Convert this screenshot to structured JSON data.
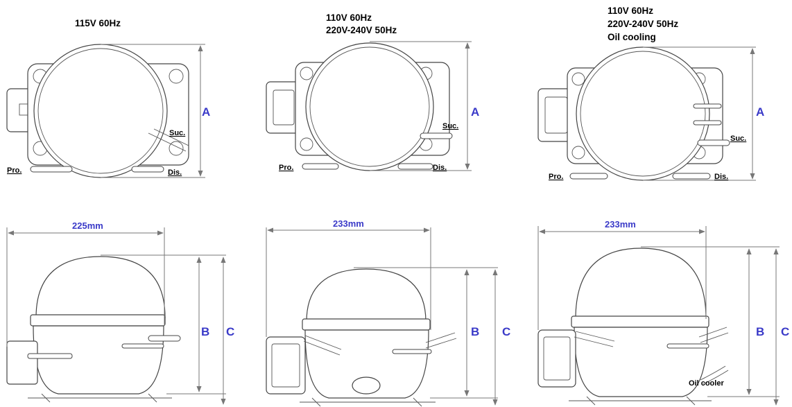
{
  "models": [
    {
      "voltage_lines": [
        "115V 60Hz"
      ],
      "top_view": {
        "label_a": "A",
        "ports": {
          "suction": "Suc.",
          "process": "Pro.",
          "discharge": "Dis."
        }
      },
      "side_view": {
        "width": "225mm",
        "label_b": "B",
        "label_c": "C"
      }
    },
    {
      "voltage_lines": [
        "110V 60Hz",
        "220V-240V 50Hz"
      ],
      "top_view": {
        "label_a": "A",
        "ports": {
          "suction": "Suc.",
          "process": "Pro.",
          "discharge": "Dis."
        }
      },
      "side_view": {
        "width": "233mm",
        "label_b": "B",
        "label_c": "C"
      }
    },
    {
      "voltage_lines": [
        "110V 60Hz",
        "220V-240V 50Hz",
        "Oil cooling"
      ],
      "top_view": {
        "label_a": "A",
        "ports": {
          "suction": "Suc.",
          "process": "Pro.",
          "discharge": "Dis."
        }
      },
      "side_view": {
        "width": "233mm",
        "label_b": "B",
        "label_c": "C",
        "annotation": "Oil cooler"
      }
    }
  ]
}
